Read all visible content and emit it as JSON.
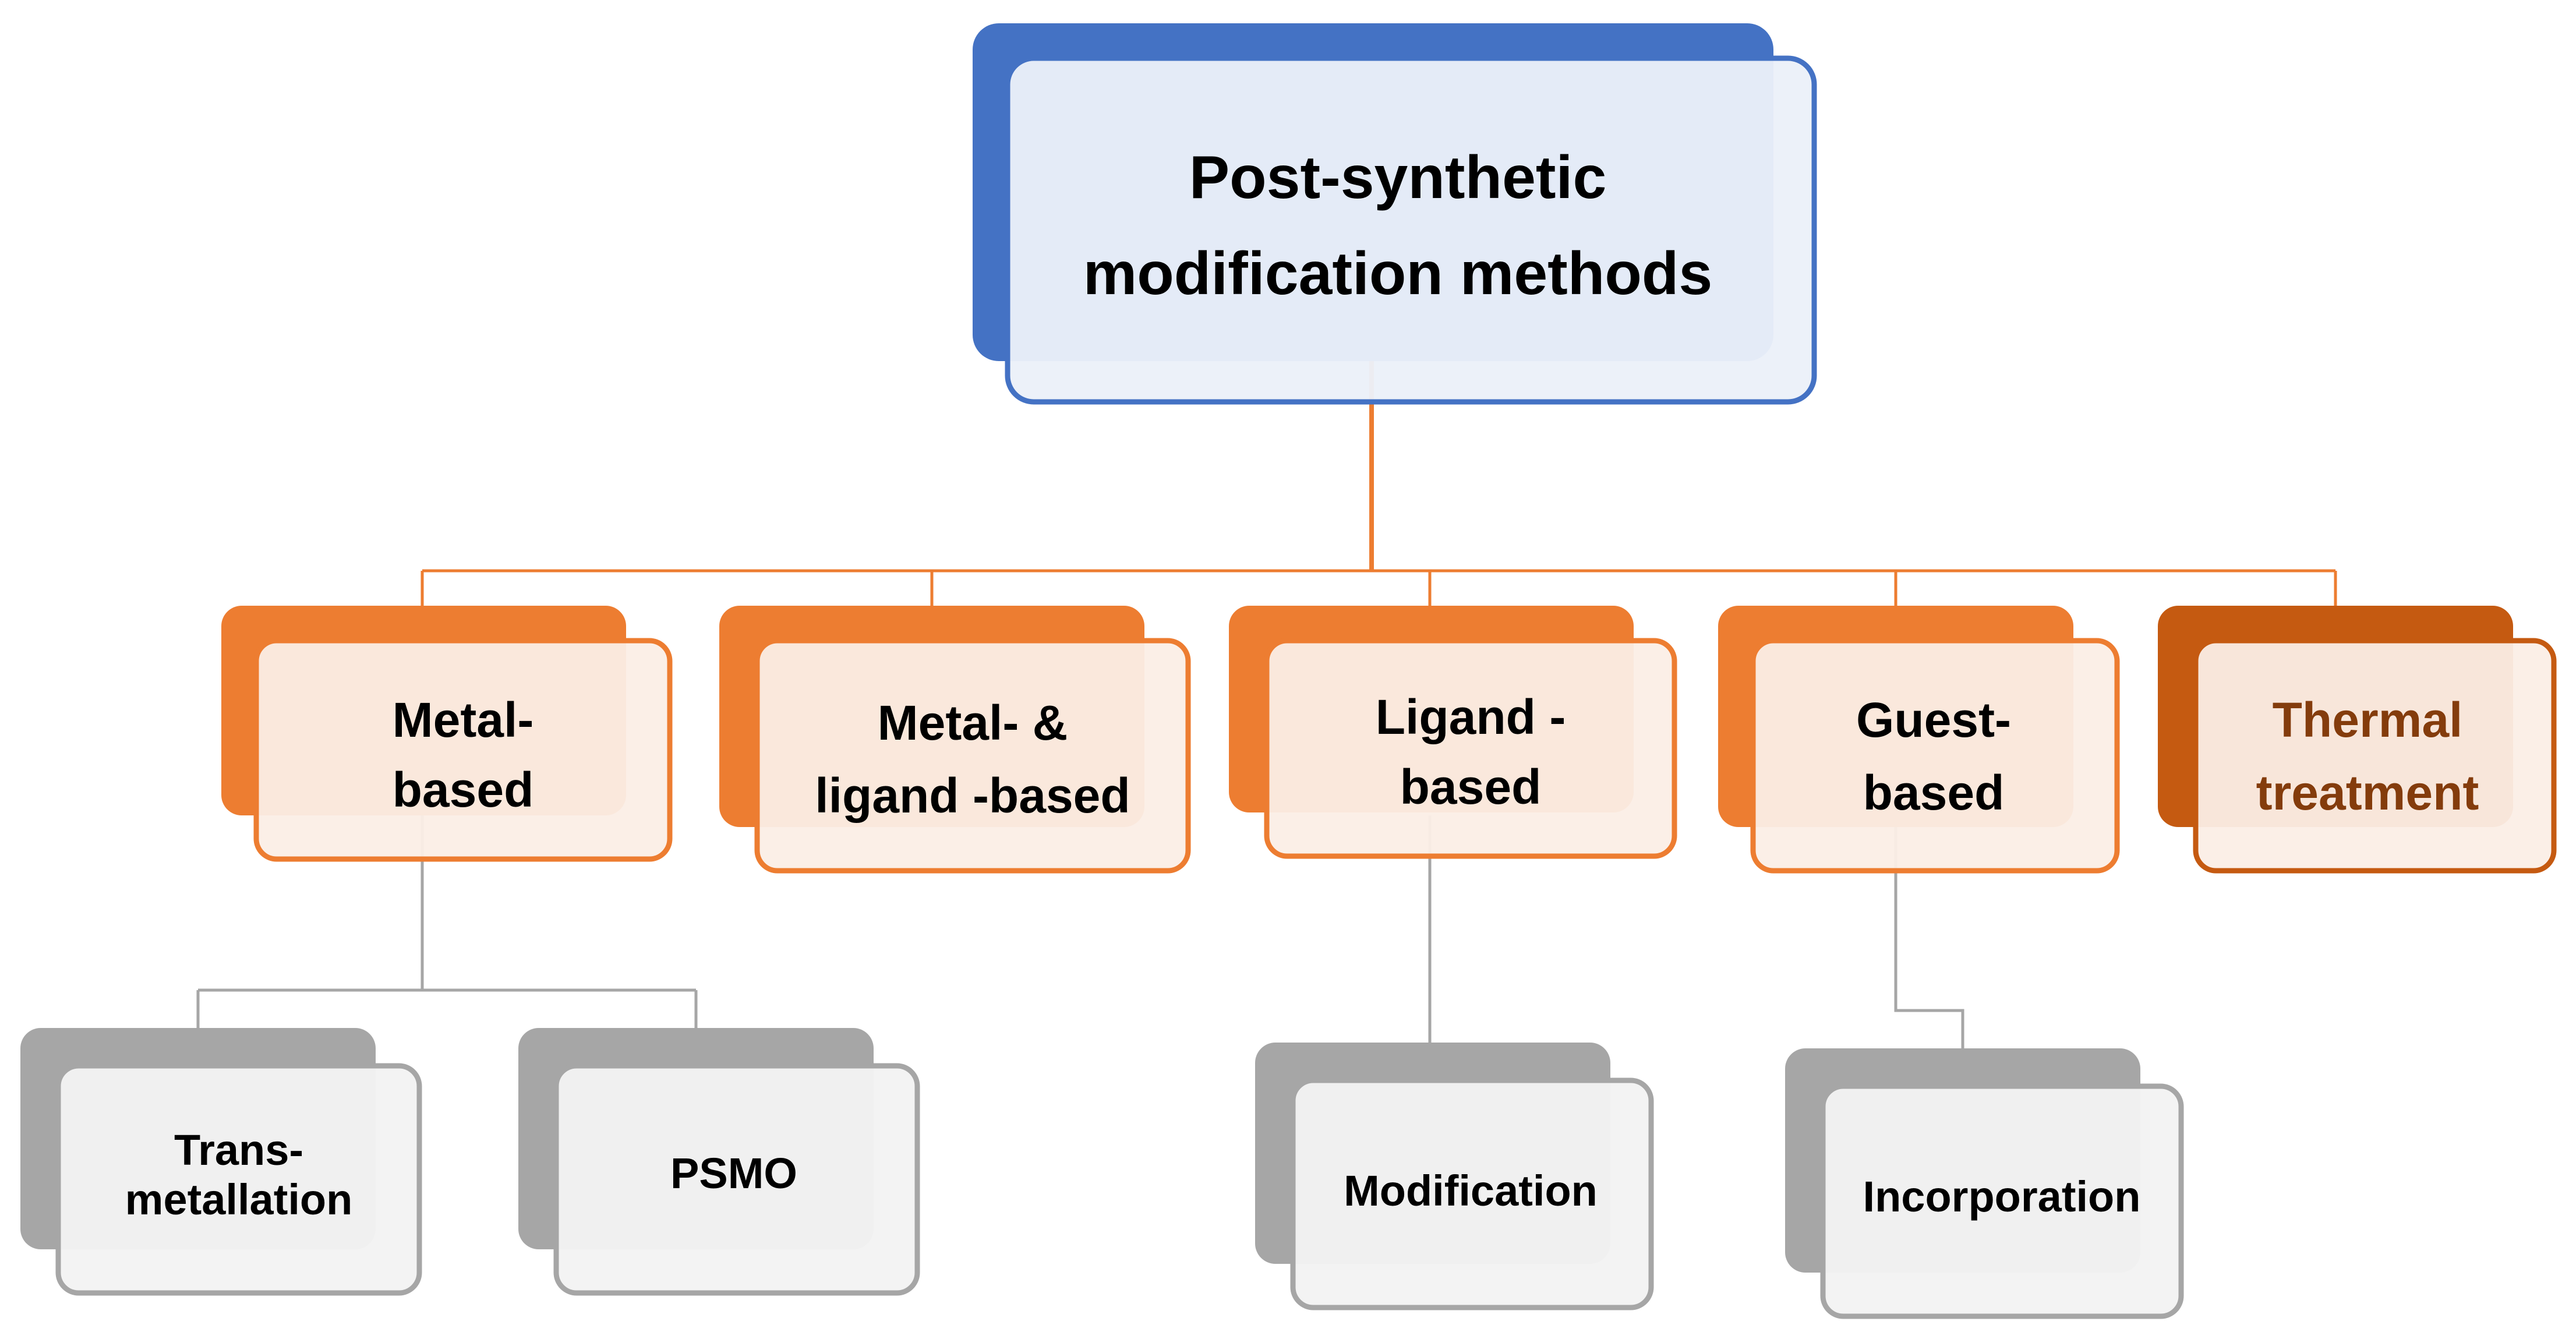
{
  "colors": {
    "root_back": "#4472C4",
    "root_front": "#EBF0F9",
    "root_border": "#4472C4",
    "orange_back": "#ED7D31",
    "orange_front": "#FBEEE6",
    "orange_border": "#ED7D31",
    "thermal_back": "#C55A11",
    "thermal_border": "#C55A11",
    "thermal_text": "#843C0C",
    "gray_back": "#A6A6A6",
    "gray_front": "#F2F2F2",
    "gray_border": "#A6A6A6",
    "connector_orange": "#ED7D31",
    "connector_gray": "#A6A6A6",
    "text_dark": "#000000"
  },
  "root": {
    "line1": "Post-synthetic",
    "line2": "modification methods"
  },
  "categories": {
    "metal": {
      "line1": "Metal-",
      "line2": "based"
    },
    "metal_ligand": {
      "line1": "Metal- &",
      "line2": "ligand -based"
    },
    "ligand": {
      "line1": "Ligand -",
      "line2": "based"
    },
    "guest": {
      "line1": "Guest-",
      "line2": "based"
    },
    "thermal": {
      "line1": "Thermal",
      "line2": "treatment"
    }
  },
  "subitems": {
    "transmetallation": {
      "line1": "Trans-",
      "line2": "metallation"
    },
    "psmo": {
      "label": "PSMO"
    },
    "modification": {
      "label": "Modification"
    },
    "incorporation": {
      "label": "Incorporation"
    }
  }
}
